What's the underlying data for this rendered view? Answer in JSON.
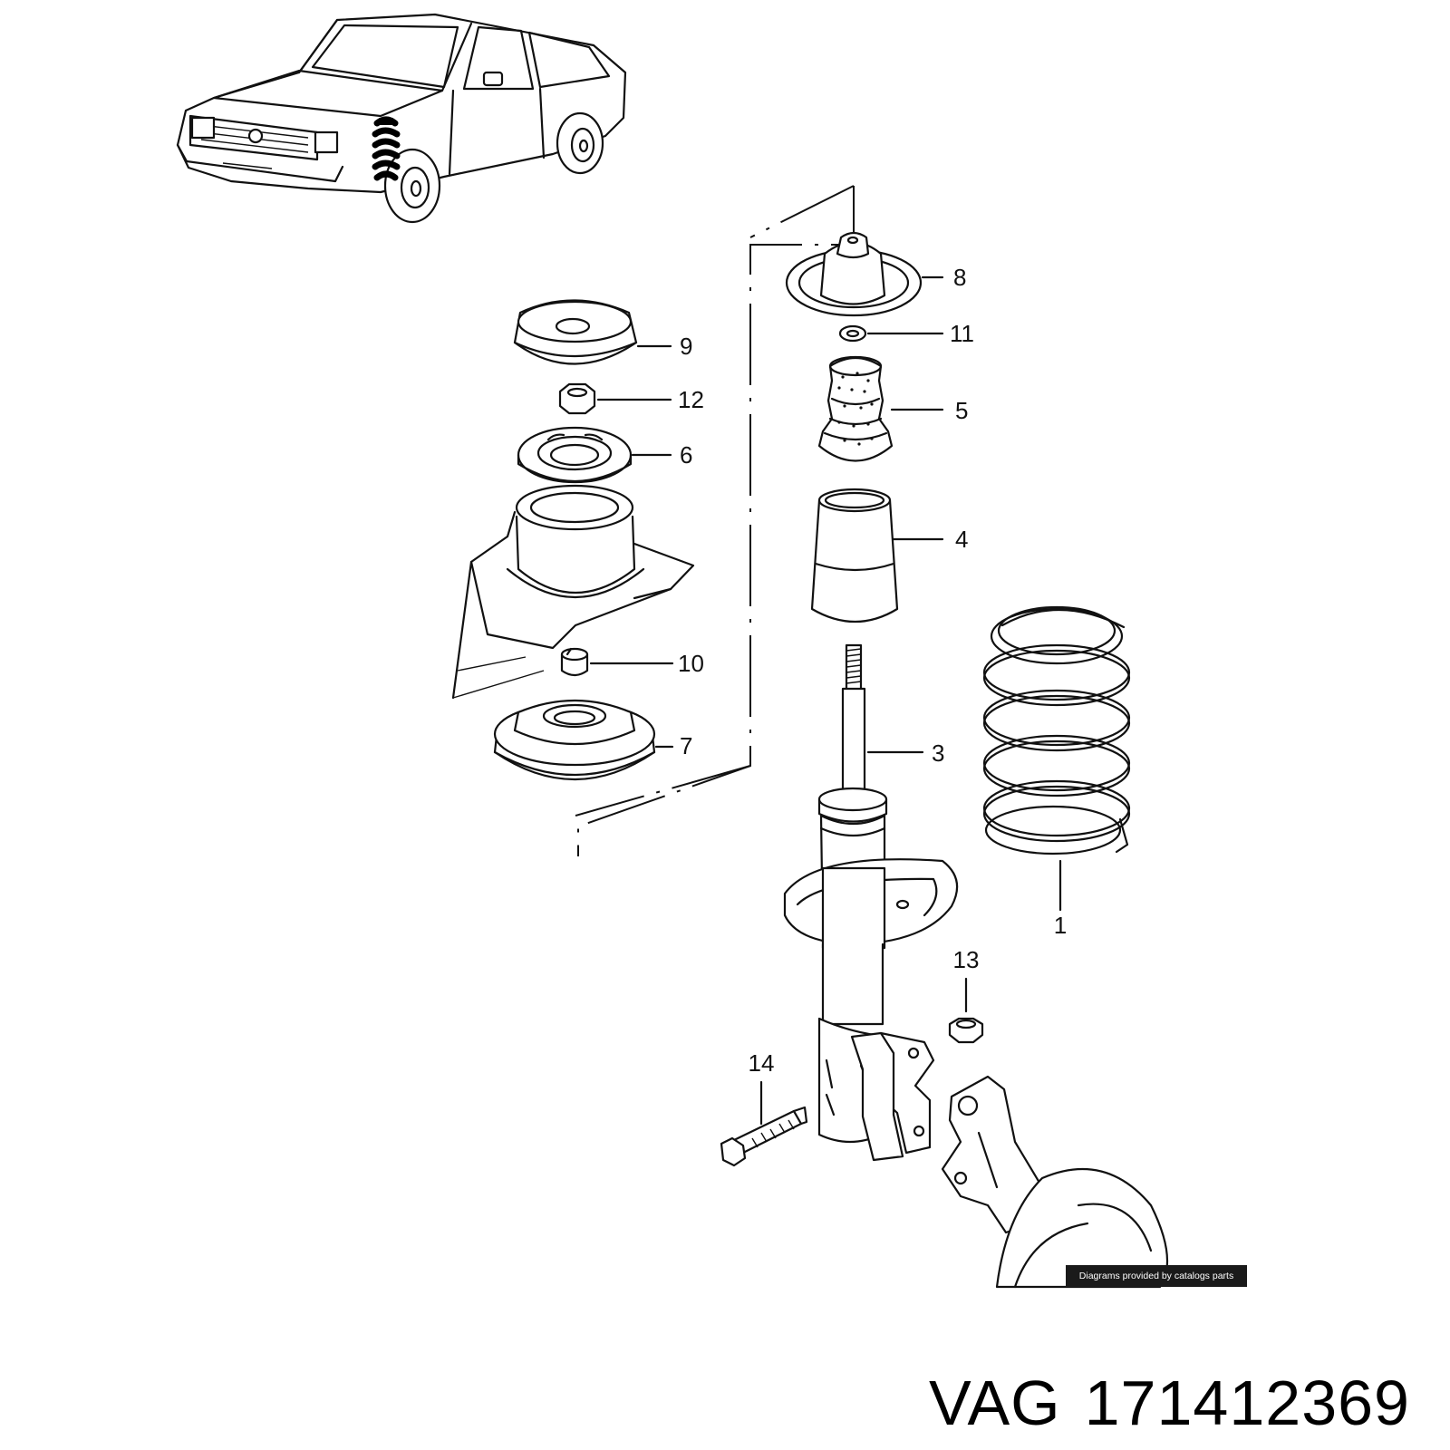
{
  "callouts": [
    {
      "id": "c1",
      "label": "1"
    },
    {
      "id": "c3",
      "label": "3"
    },
    {
      "id": "c4",
      "label": "4"
    },
    {
      "id": "c5",
      "label": "5"
    },
    {
      "id": "c6",
      "label": "6"
    },
    {
      "id": "c7",
      "label": "7"
    },
    {
      "id": "c8",
      "label": "8"
    },
    {
      "id": "c9",
      "label": "9"
    },
    {
      "id": "c10",
      "label": "10"
    },
    {
      "id": "c11",
      "label": "11"
    },
    {
      "id": "c12",
      "label": "12"
    },
    {
      "id": "c13",
      "label": "13"
    },
    {
      "id": "c14",
      "label": "14"
    }
  ],
  "credit": "Diagrams provided by catalogs parts",
  "title": {
    "brand": "VAG",
    "part_number": "171412369"
  }
}
